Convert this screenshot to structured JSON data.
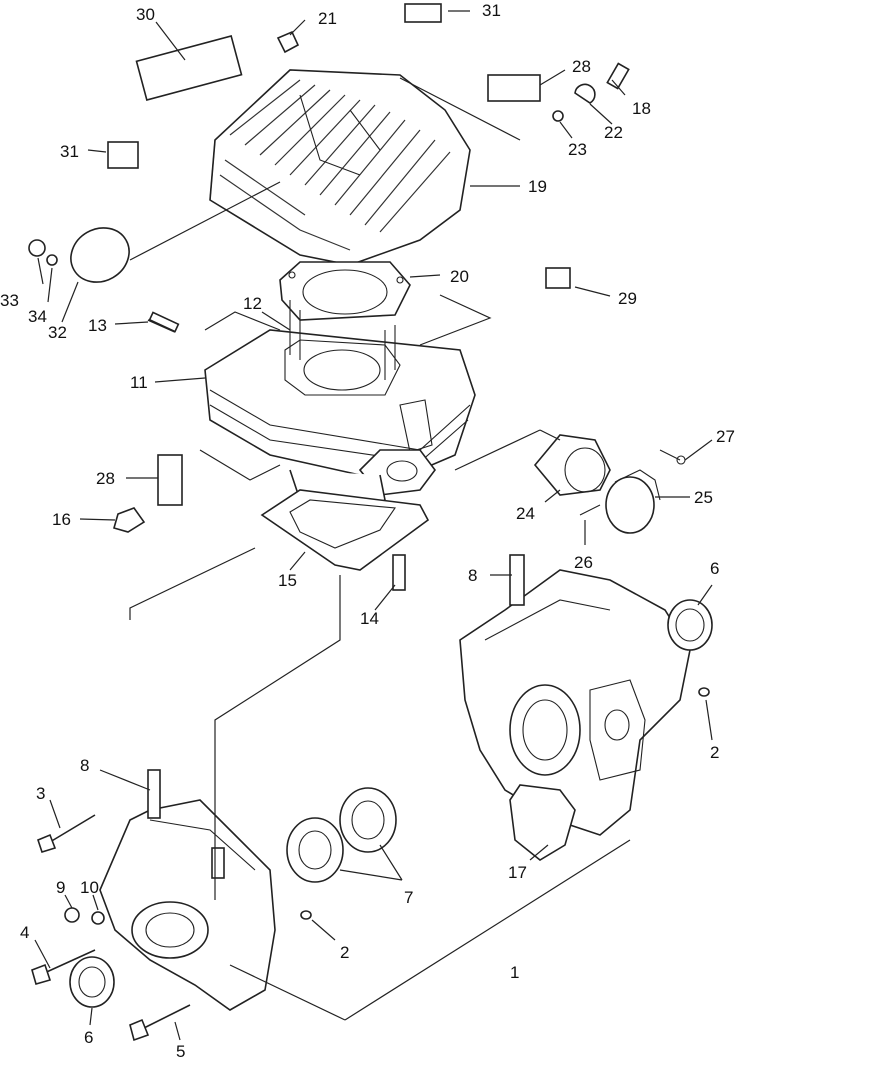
{
  "callouts": {
    "c1": "1",
    "c2a": "2",
    "c2b": "2",
    "c3": "3",
    "c4": "4",
    "c5": "5",
    "c6a": "6",
    "c6b": "6",
    "c7": "7",
    "c8a": "8",
    "c8b": "8",
    "c9": "9",
    "c10": "10",
    "c11": "11",
    "c12": "12",
    "c13": "13",
    "c14": "14",
    "c15": "15",
    "c16": "16",
    "c17": "17",
    "c18": "18",
    "c19": "19",
    "c20": "20",
    "c21": "21",
    "c22": "22",
    "c23": "23",
    "c24": "24",
    "c25": "25",
    "c26": "26",
    "c27": "27",
    "c28a": "28",
    "c28b": "28",
    "c29": "29",
    "c30": "30",
    "c31a": "31",
    "c31b": "31",
    "c32": "32",
    "c33": "33",
    "c34": "34"
  },
  "colors": {
    "ink": "#222222",
    "paper": "#ffffff"
  }
}
